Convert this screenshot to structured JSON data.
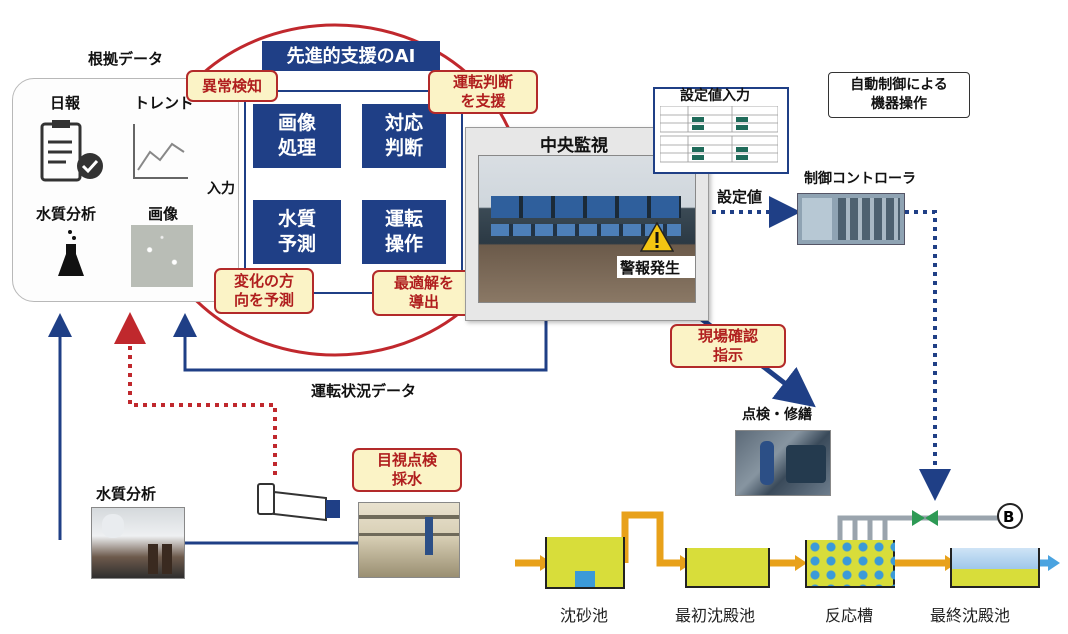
{
  "evidence": {
    "title": "根拠データ",
    "daily_report": "日報",
    "trend": "トレンド",
    "water_quality": "水質分析",
    "image": "画像"
  },
  "ai": {
    "title": "先進的支援のAI",
    "anomaly": "異常検知",
    "support": "運転判断\nを支援",
    "image_processing": "画像\n処理",
    "response": "対応\n判断",
    "prediction": "水質\n予測",
    "operation": "運転\n操作",
    "change_prediction": "変化の方\n向を予測",
    "optimal": "最適解を\n導出"
  },
  "input_label": "入力",
  "central": {
    "title": "中央監視",
    "alarm": "警報発生"
  },
  "setpoint_panel": {
    "title": "設定値入力"
  },
  "setpoint_label": "設定値",
  "controller_label": "制御コントローラ",
  "auto_control": "自動制御による\n機器操作",
  "onsite_check": "現場確認\n指示",
  "inspection": "点検・修繕",
  "operation_data": "運転状況データ",
  "lower_water_quality": "水質分析",
  "visual_inspection": "目視点検\n採水",
  "tanks": {
    "grit": "沈砂池",
    "primary": "最初沈殿池",
    "reactor": "反応槽",
    "final": "最終沈殿池"
  },
  "colors": {
    "navy": "#1f3f86",
    "red": "#c0282d",
    "gold": "#e8a11a",
    "tank_fill": "#d8dd3a"
  }
}
